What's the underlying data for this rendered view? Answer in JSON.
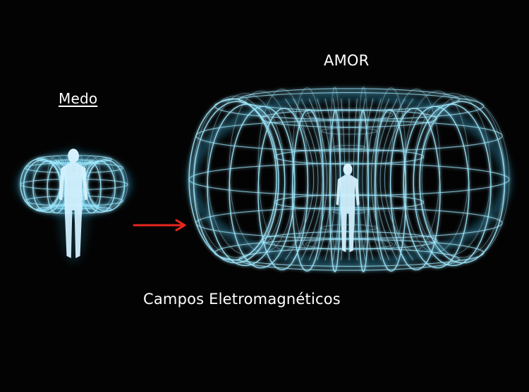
{
  "labels": {
    "small_field": "Medo",
    "large_field": "AMOR",
    "caption": "Campos Eletromagnéticos"
  },
  "colors": {
    "background": "#030303",
    "field_lines": "#9fe9ff",
    "field_glow": "#3fc4f0",
    "figure": "#eaf7ff",
    "arrow": "#e8261f",
    "text": "#ffffff"
  },
  "icons": {
    "arrow": "right-arrow-icon",
    "figure": "human-figure-icon"
  }
}
